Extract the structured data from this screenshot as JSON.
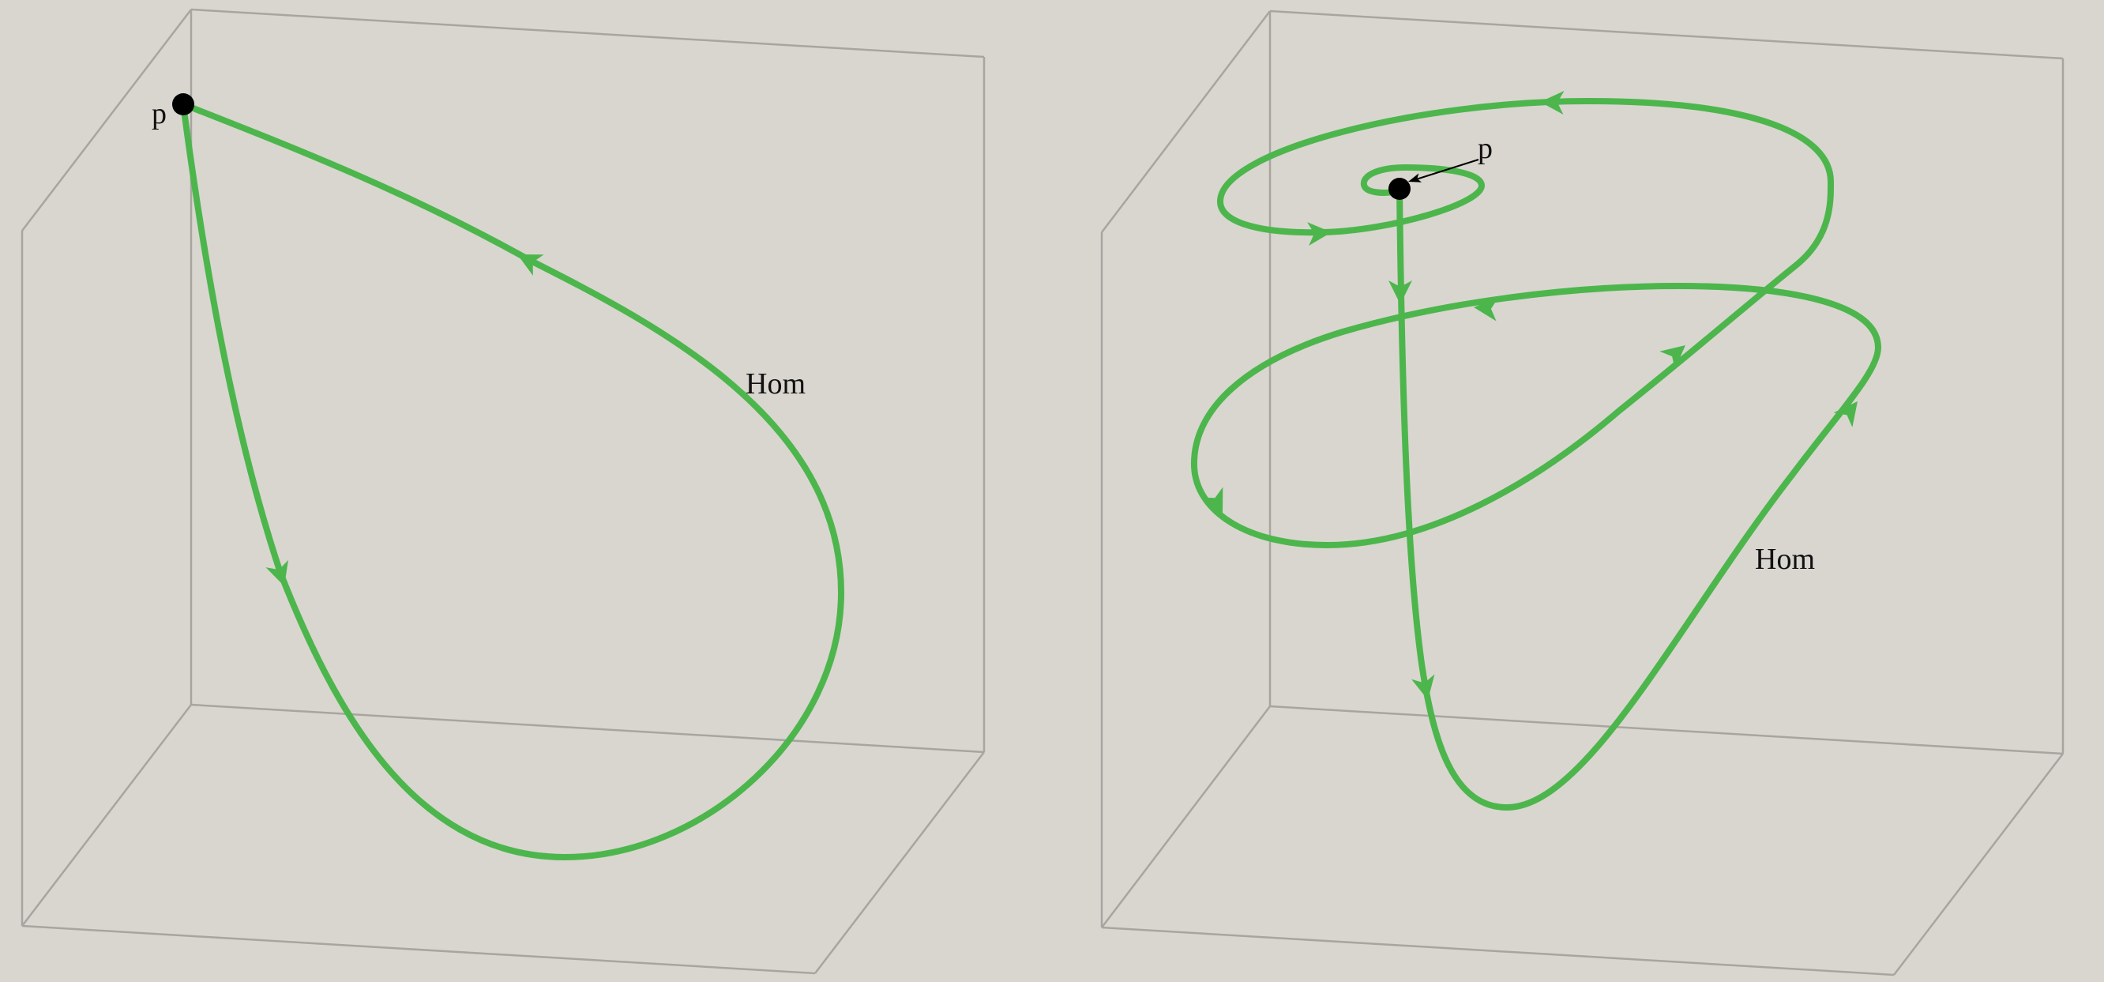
{
  "panels": [
    {
      "id": "left",
      "point_label": "p",
      "orbit_label": "Hom"
    },
    {
      "id": "right",
      "point_label": "p",
      "orbit_label": "Hom"
    }
  ],
  "colors": {
    "background": "#d9d6cf",
    "orbit": "#4cb64c",
    "box_edges": "#a8a5a1",
    "fixed_point": "#000000",
    "text": "#111111"
  }
}
